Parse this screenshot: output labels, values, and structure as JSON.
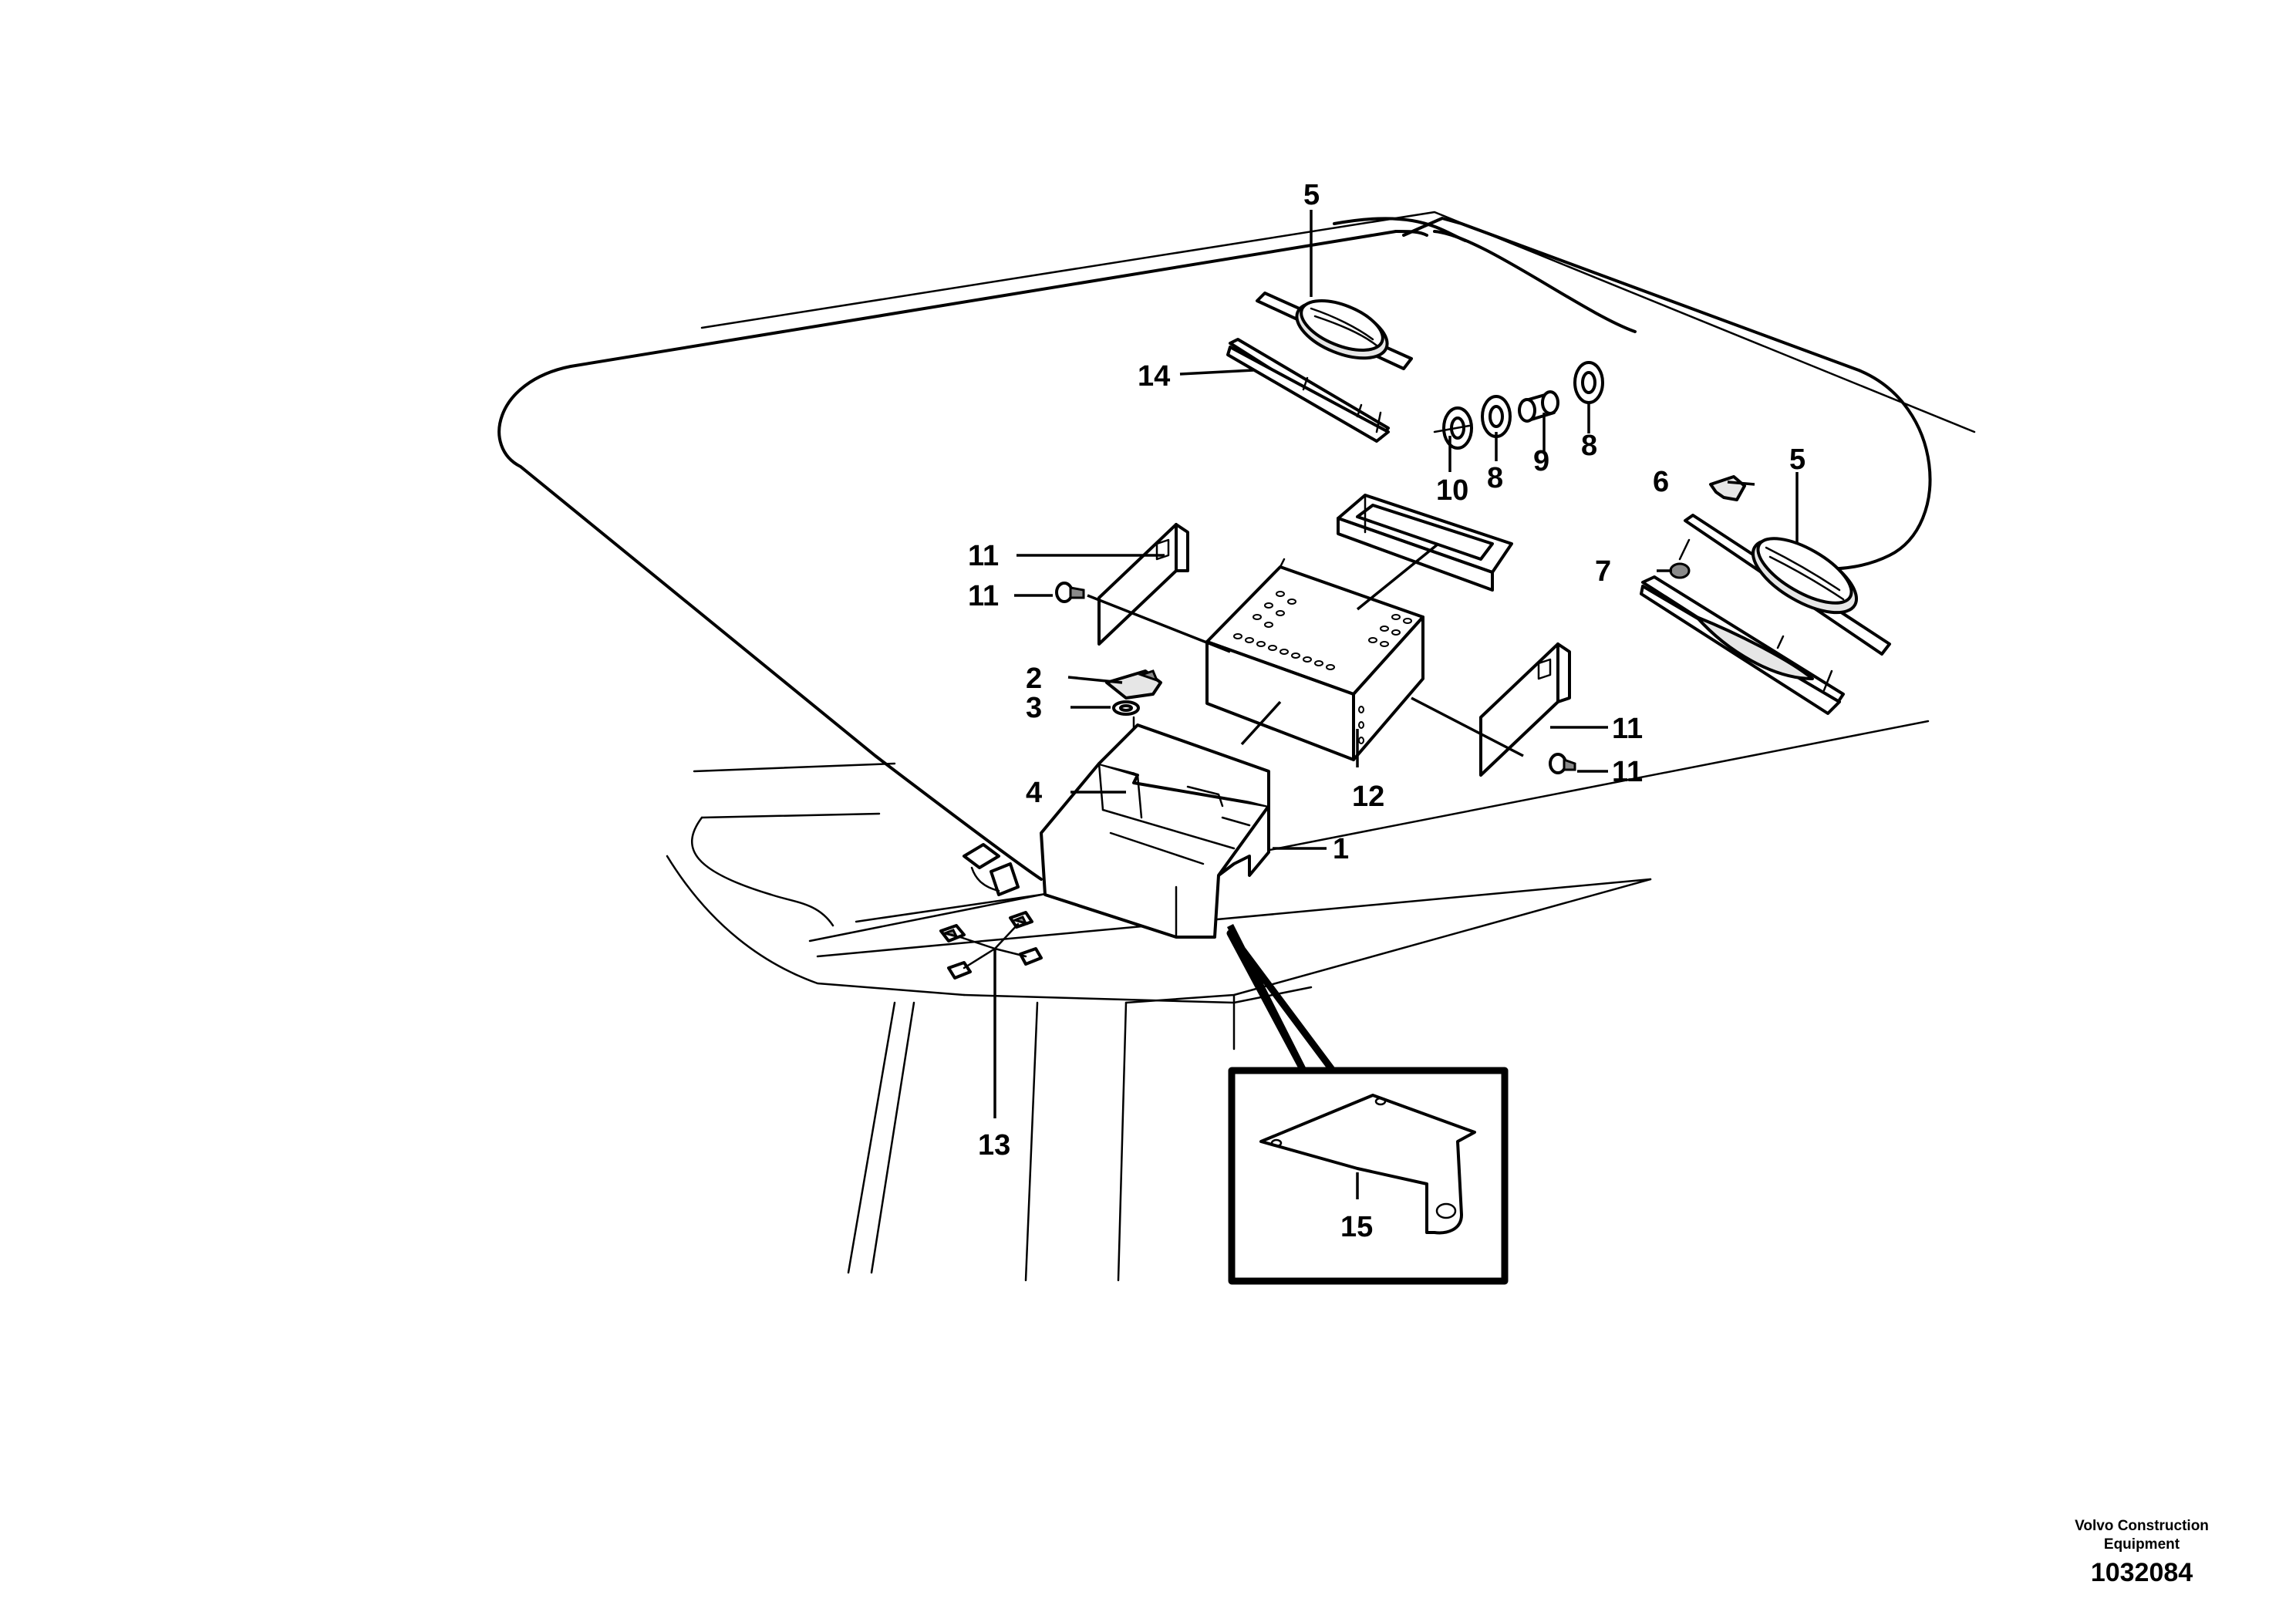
{
  "callouts": {
    "c1": "1",
    "c2": "2",
    "c3": "3",
    "c4": "4",
    "c5a": "5",
    "c5b": "5",
    "c6": "6",
    "c7": "7",
    "c8a": "8",
    "c8b": "8",
    "c9": "9",
    "c10": "10",
    "c11a": "11",
    "c11b": "11",
    "c11c": "11",
    "c11d": "11",
    "c12": "12",
    "c13": "13",
    "c14": "14",
    "c15": "15"
  },
  "footer": {
    "brand_line1": "Volvo Construction",
    "brand_line2": "Equipment",
    "document_number": "1032084"
  }
}
